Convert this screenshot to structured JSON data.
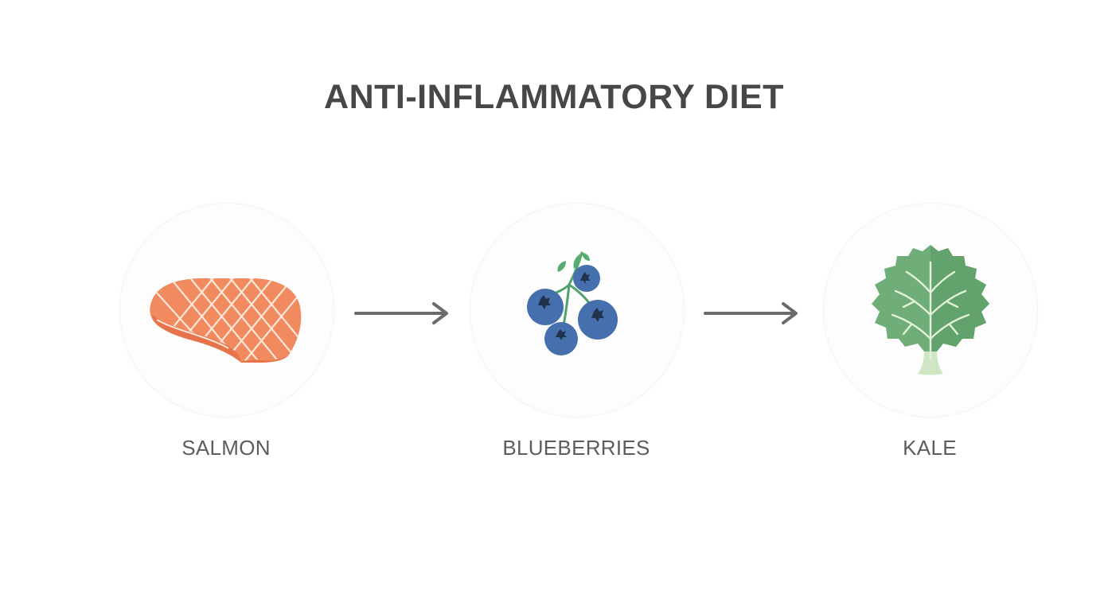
{
  "title": "ANTI-INFLAMMATORY DIET",
  "nodes": [
    {
      "label": "SALMON",
      "icon": "salmon-fillet-icon"
    },
    {
      "label": "BLUEBERRIES",
      "icon": "blueberries-icon"
    },
    {
      "label": "KALE",
      "icon": "kale-leaf-icon"
    }
  ],
  "colors": {
    "title": "#474747",
    "label": "#5d5d5d",
    "arrow": "#6b6b6b",
    "salmon": "#f0845a",
    "blueberry": "#3f6aa8",
    "kale": "#6fae78"
  }
}
